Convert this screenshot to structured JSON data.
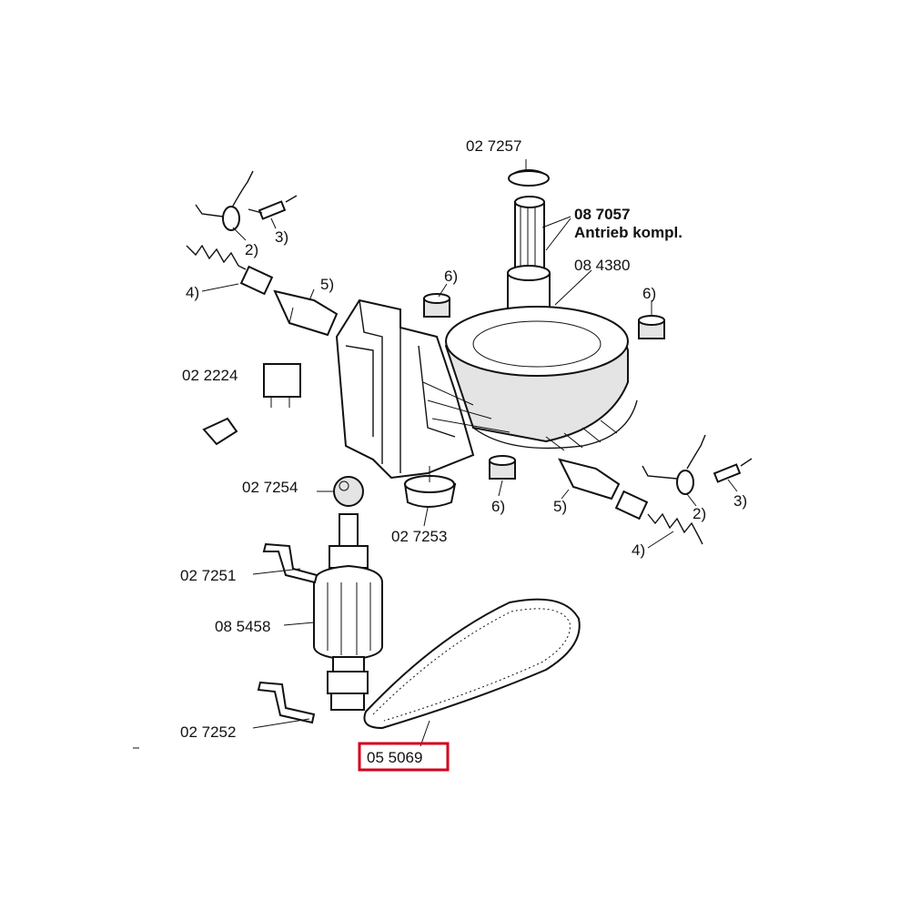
{
  "labels": {
    "p027257": "02 7257",
    "p087057": "08 7057",
    "antrieb": "Antrieb kompl.",
    "p084380": "08 4380",
    "p022224": "02 2224",
    "p027254": "02 7254",
    "p027253": "02 7253",
    "p027251": "02 7251",
    "p085458": "08 5458",
    "p027252": "02 7252",
    "p055069": "05 5069",
    "n2a": "2)",
    "n3a": "3)",
    "n4a": "4)",
    "n5a": "5)",
    "n6a": "6)",
    "n6b": "6)",
    "n6c": "6)",
    "n5b": "5)",
    "n2b": "2)",
    "n3b": "3)",
    "n4b": "4)"
  },
  "highlight": {
    "color": "#d0021b"
  }
}
